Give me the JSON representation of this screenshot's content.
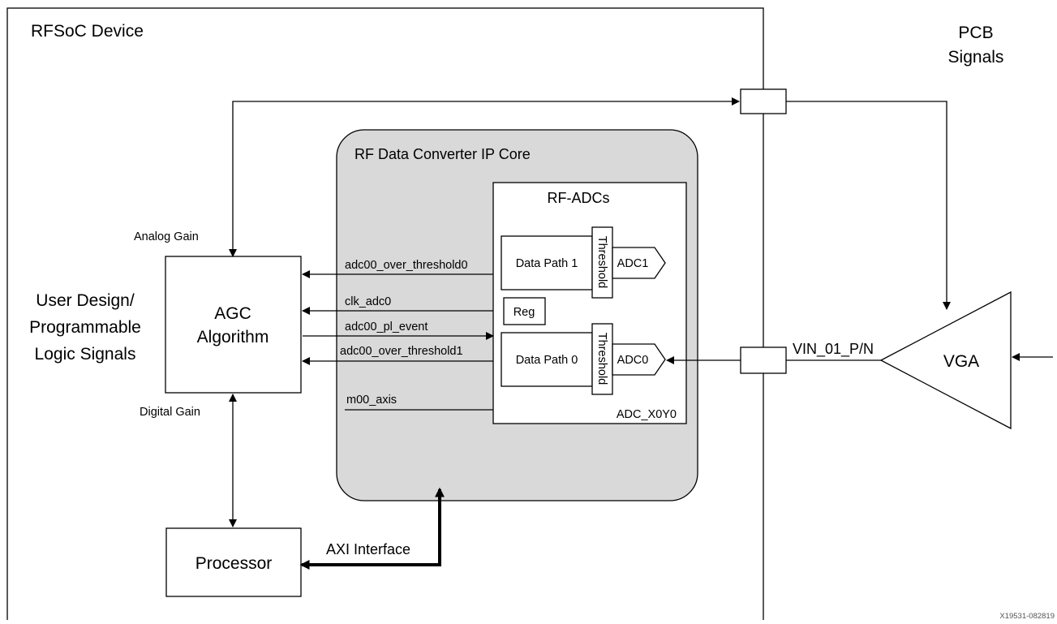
{
  "device_label": "RFSoC Device",
  "pcb_label_line1": "PCB",
  "pcb_label_line2": "Signals",
  "user_design_line1": "User Design/",
  "user_design_line2": "Programmable",
  "user_design_line3": "Logic Signals",
  "ip_core_title": "RF Data Converter IP Core",
  "adcs_title": "RF-ADCs",
  "agc_line1": "AGC",
  "agc_line2": "Algorithm",
  "processor_label": "Processor",
  "analog_gain_label": "Analog Gain",
  "digital_gain_label": "Digital Gain",
  "axi_label": "AXI Interface",
  "signals": {
    "over_threshold0": "adc00_over_threshold0",
    "clk": "clk_adc0",
    "pl_event": "adc00_pl_event",
    "over_threshold1": "adc00_over_threshold1",
    "axis": "m00_axis"
  },
  "data_path_1": "Data Path 1",
  "data_path_0": "Data Path 0",
  "threshold_label": "Threshold",
  "reg_label": "Reg",
  "adc1_label": "ADC1",
  "adc0_label": "ADC0",
  "adc_tile_label": "ADC_X0Y0",
  "vin_label": "VIN_01_P/N",
  "vga_label": "VGA",
  "figure_id": "X19531-082819",
  "colors": {
    "ip_core_fill": "#d9d9d9",
    "line": "#000000"
  }
}
